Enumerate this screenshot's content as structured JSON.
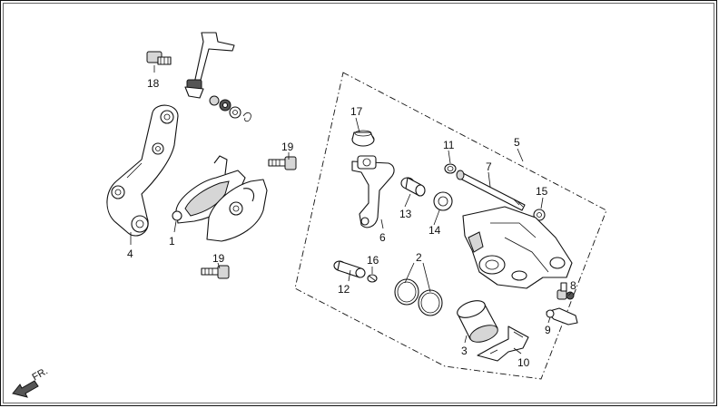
{
  "labels": {
    "p1": "1",
    "p2": "2",
    "p3": "3",
    "p4": "4",
    "p5": "5",
    "p6": "6",
    "p7": "7",
    "p8": "8",
    "p9": "9",
    "p10": "10",
    "p11": "11",
    "p12": "12",
    "p13": "13",
    "p14": "14",
    "p15": "15",
    "p16": "16",
    "p17": "17",
    "p18": "18",
    "p19a": "19",
    "p19b": "19"
  },
  "direction": {
    "text": "FR."
  }
}
